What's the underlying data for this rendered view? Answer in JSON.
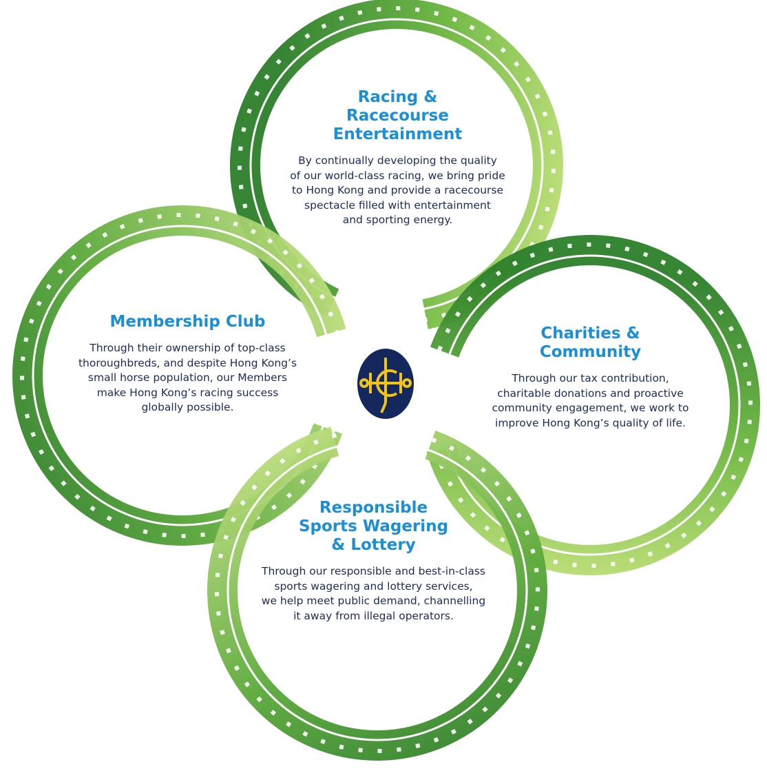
{
  "sections": [
    {
      "title": [
        "Racing &",
        "Racecourse",
        "Entertainment"
      ],
      "body": [
        "By continually developing the quality",
        "of our world-class racing, we bring pride",
        "to Hong Kong and provide a racecourse",
        "spectacle filled with entertainment",
        "and sporting energy."
      ]
    },
    {
      "title": [
        "Membership Club"
      ],
      "body": [
        "Through their ownership of top-class",
        "thoroughbreds, and despite Hong Kong’s",
        "small horse population, our Members",
        "make Hong Kong’s racing success",
        "globally possible."
      ]
    },
    {
      "title": [
        "Charities &",
        "Community"
      ],
      "body": [
        "Through our tax contribution,",
        "charitable donations and proactive",
        "community engagement, we work to",
        "improve Hong Kong’s quality of life."
      ]
    },
    {
      "title": [
        "Responsible",
        "Sports Wagering",
        "& Lottery"
      ],
      "body": [
        "Through our responsible and best-in-class",
        "sports wagering and lottery services,",
        "we help meet public demand, channelling",
        "it away from illegal operators."
      ]
    }
  ],
  "logo": {
    "icon": "horseshoe-emblem-icon",
    "background": "#14285e",
    "foreground": "#f2c417"
  },
  "colors": {
    "title": "#1a8fd6",
    "body": "#1b2a5c",
    "ring_light": "#b9dc6a",
    "ring_dark": "#2f8a2c"
  }
}
